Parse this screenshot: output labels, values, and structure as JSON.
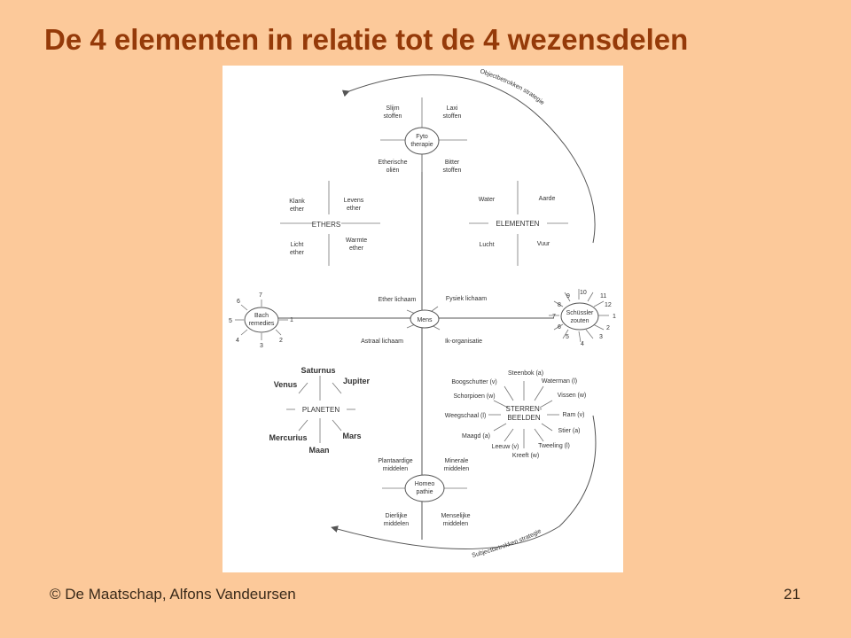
{
  "slide": {
    "title": "De 4 elementen in relatie tot de 4 wezensdelen",
    "footer": "© De Maatschap, Alfons Vandeursen",
    "page_number": "21"
  },
  "diagram": {
    "top_arc_label": "Objectbetrokken strategie",
    "bottom_arc_label": "Subjectbetrokken strategie",
    "fyto": {
      "center": [
        "Fyto",
        "therapie"
      ],
      "slijm": [
        "Slijm",
        "stoffen"
      ],
      "laxi": [
        "Laxi",
        "stoffen"
      ],
      "etherische": [
        "Etherische",
        "oliën"
      ],
      "bitter": [
        "Bitter",
        "stoffen"
      ]
    },
    "ethers": {
      "label": "ETHERS",
      "klank": [
        "Klank",
        "ether"
      ],
      "levens": [
        "Levens",
        "ether"
      ],
      "licht": [
        "Licht",
        "ether"
      ],
      "warmte": [
        "Warmte",
        "ether"
      ]
    },
    "elementen": {
      "label": "ELEMENTEN",
      "water": "Water",
      "aarde": "Aarde",
      "lucht": "Lucht",
      "vuur": "Vuur"
    },
    "mens": {
      "center": "Mens",
      "ether_lichaam": "Ether lichaam",
      "fysiek_lichaam": "Fysiek lichaam",
      "astraal_lichaam": "Astraal lichaam",
      "ik_organisatie": "Ik-organisatie"
    },
    "bach": {
      "center": [
        "Bach",
        "remedies"
      ],
      "numbers": [
        "1",
        "2",
        "3",
        "4",
        "5",
        "6",
        "7"
      ]
    },
    "schussler": {
      "center": [
        "Schüssler",
        "zouten"
      ],
      "numbers": [
        "1",
        "2",
        "3",
        "4",
        "5",
        "6",
        "7",
        "8",
        "9",
        "10",
        "11",
        "12"
      ]
    },
    "planeten": {
      "label": "PLANETEN",
      "saturnus": "Saturnus",
      "jupiter": "Jupiter",
      "venus": "Venus",
      "mercurius": "Mercurius",
      "mars": "Mars",
      "maan": "Maan"
    },
    "sterrenbeelden": {
      "center": [
        "STERREN-",
        "BEELDEN"
      ],
      "steenbok": "Steenbok (a)",
      "boogschutter": "Boogschutter (v)",
      "waterman": "Waterman (l)",
      "schorpioen": "Schorpioen (w)",
      "vissen": "Vissen (w)",
      "weegschaal": "Weegschaal (l)",
      "ram": "Ram (v)",
      "maagd": "Maagd (a)",
      "stier": "Stier (a)",
      "leeuw": "Leeuw (v)",
      "tweeling": "Tweeling (l)",
      "kreeft": "Kreeft (w)"
    },
    "homeo": {
      "center": [
        "Homeo",
        "pathie"
      ],
      "plantaardige": [
        "Plantaardige",
        "middelen"
      ],
      "minerale": [
        "Minerale",
        "middelen"
      ],
      "dierlijke": [
        "Dierlijke",
        "middelen"
      ],
      "menselijke": [
        "Menselijke",
        "middelen"
      ]
    }
  }
}
